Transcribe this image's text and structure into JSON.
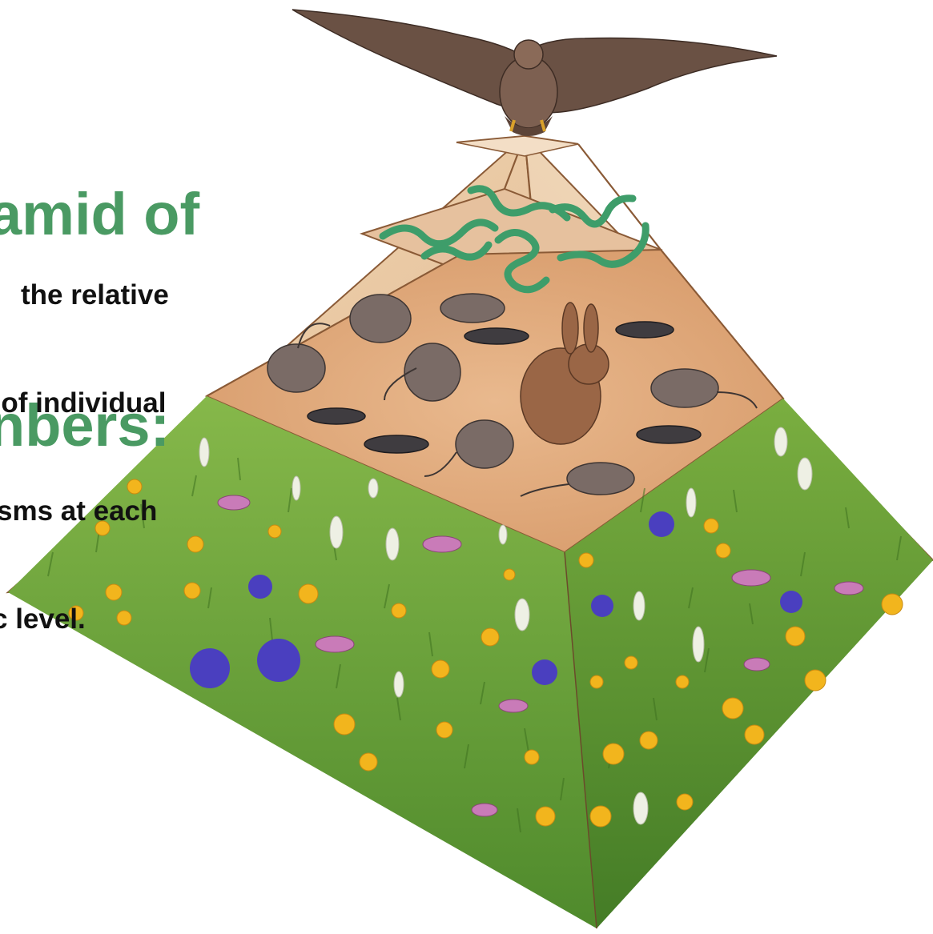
{
  "title": {
    "line1": "amid of",
    "line2": "nbers:"
  },
  "description": {
    "line1": "the relative",
    "line2": "r of individual",
    "line3": "sms at each",
    "line4": "c level."
  },
  "pyramid": {
    "levels": [
      {
        "level": "top",
        "organisms": [
          "hawk"
        ],
        "count": 1
      },
      {
        "level": "secondary-consumers",
        "organisms": [
          "snake"
        ],
        "count": 6
      },
      {
        "level": "primary-consumers",
        "organisms": [
          "mouse",
          "grasshopper",
          "rabbit"
        ],
        "count": 17
      },
      {
        "level": "producers",
        "organisms": [
          "grass",
          "wildflowers"
        ]
      }
    ]
  },
  "colors": {
    "title": "#4a9a63",
    "text": "#111111",
    "pyramid_light": "#f2dcc0",
    "pyramid_mid": "#e7c19a",
    "pyramid_dark": "#d9a679",
    "grass": "#6aa23d",
    "pyramid_edge": "#8a5a36"
  }
}
